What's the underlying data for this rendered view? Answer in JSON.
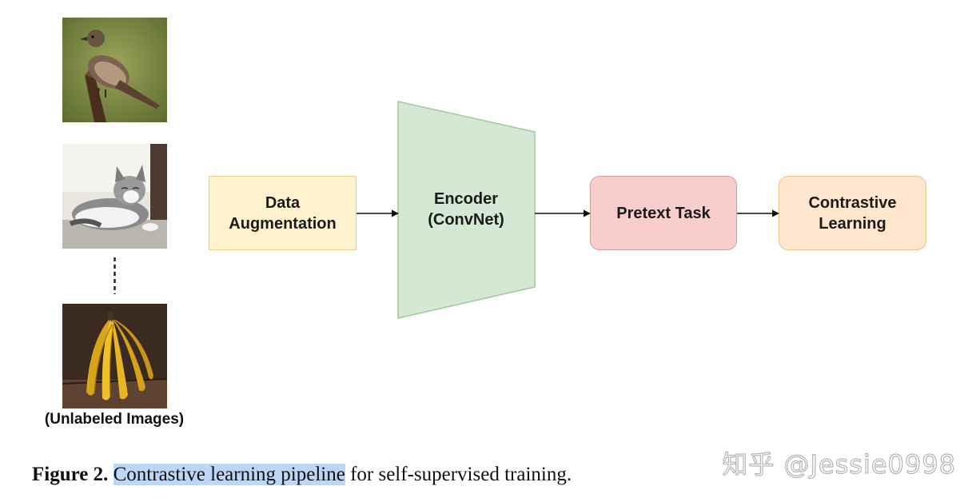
{
  "inputs": {
    "images": [
      {
        "name": "bird"
      },
      {
        "name": "cat"
      },
      {
        "name": "bananas"
      }
    ],
    "caption": "(Unlabeled Images)"
  },
  "pipeline": {
    "augmentation": {
      "line1": "Data",
      "line2": "Augmentation",
      "fill": "#fff2cc"
    },
    "encoder": {
      "line1": "Encoder",
      "line2": "(ConvNet)",
      "fill": "#d5e8d4"
    },
    "pretext": {
      "label": "Pretext Task",
      "fill": "#f8cecc"
    },
    "contrastive": {
      "line1": "Contrastive",
      "line2": "Learning",
      "fill": "#ffe6cc"
    }
  },
  "figure_caption": {
    "label": "Figure 2.",
    "highlighted": "Contrastive learning pipeline",
    "rest": " for self-supervised training.",
    "highlight_color": "#bcd7f5"
  },
  "watermark": "知乎 @Jessie0998"
}
